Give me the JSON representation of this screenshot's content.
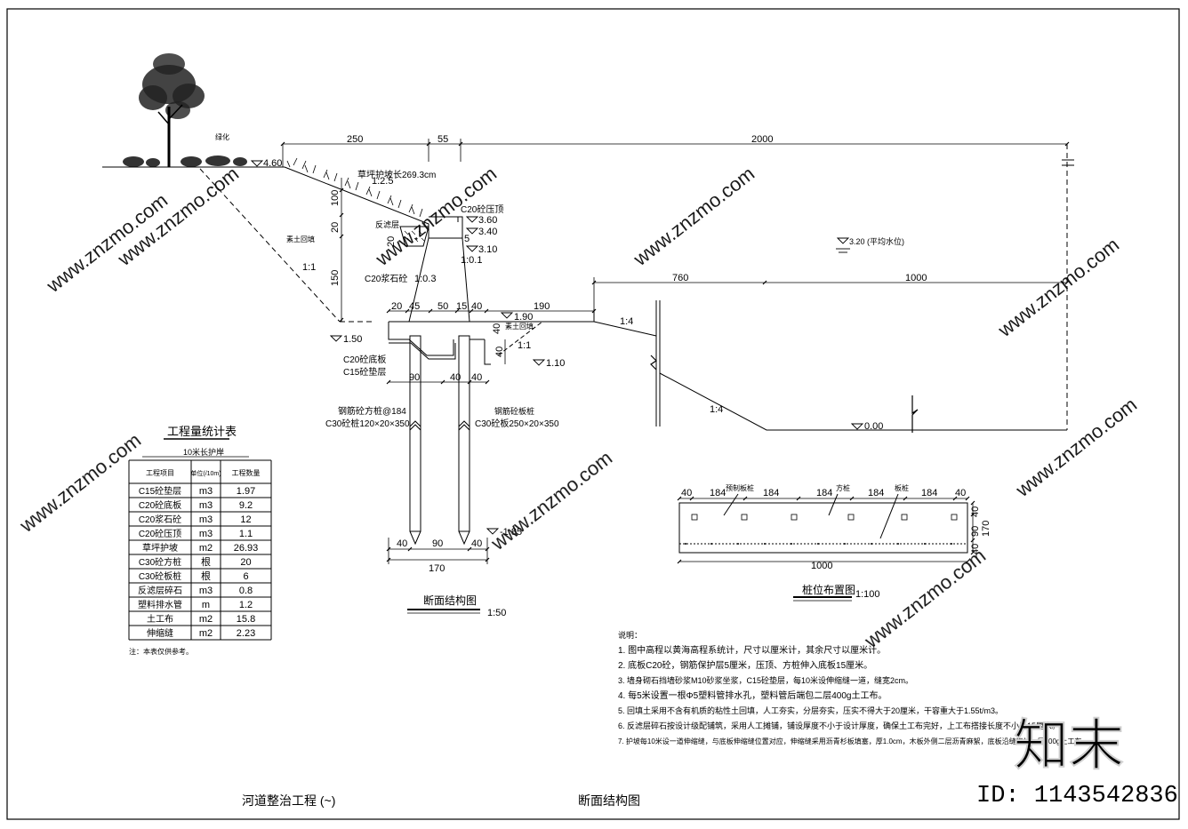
{
  "drawing": {
    "project_title": "河道整治工程 (~)",
    "sheet_title": "断面结构图"
  },
  "section": {
    "title": "断面结构图",
    "scale": "1:50",
    "top_dims": [
      "250",
      "55",
      "2000"
    ],
    "mid_dims": [
      "760",
      "1000"
    ],
    "small_dims": [
      "20",
      "45",
      "50",
      "15",
      "40",
      "190"
    ],
    "bottom_dims": [
      "90",
      "40",
      "40"
    ],
    "pile_dims": [
      "40",
      "90",
      "40",
      "170"
    ],
    "vert_dims": [
      "100",
      "20",
      "150",
      "20",
      "40",
      "40"
    ],
    "elev_4_60": "4.60",
    "elev_3_60": "3.60",
    "elev_3_40": "3.40",
    "elev_3_10": "3.10",
    "elev_3_20": "3.20 (平均水位)",
    "elev_1_90": "1.90",
    "elev_1_50": "1.50",
    "elev_1_10": "1.10",
    "elev_0_00": "0.00",
    "elev_m1_85": "-1.85",
    "slope_1_25": "1:2.5",
    "slope_1_1_a": "1:1",
    "slope_1_1_b": "1:1",
    "slope_1_03": "1:0.3",
    "slope_1_01": "1:0.1",
    "slope_1_4_a": "1:4",
    "slope_1_4_b": "1:4",
    "dim_5": "5",
    "lbl_turf": "草坪护坡长269.3cm",
    "lbl_c20_cap": "C20砼压顶",
    "lbl_filter": "反滤层",
    "lbl_c20_block": "C20浆石砼",
    "lbl_c20_base": "C20砼底板",
    "lbl_c15_cushion": "C15砼垫层",
    "lbl_backfill": "素土回填",
    "lbl_backfill2": "素土回填",
    "lbl_pile_a1": "钢筋砼方桩@184",
    "lbl_pile_a2": "C30砼桩120×20×350",
    "lbl_pile_b1": "钢筋砼板桩",
    "lbl_pile_b2": "C30砼板250×20×350",
    "lbl_tree": "绿化"
  },
  "pile_plan": {
    "title": "桩位布置图",
    "scale": "1:100",
    "top_dims": [
      "40",
      "184",
      "184",
      "184",
      "184",
      "184",
      "40"
    ],
    "right_dims": [
      "40",
      "90",
      "40"
    ],
    "width_total": "1000",
    "height_total": "170",
    "lbl_a": "预制板桩",
    "lbl_b": "方桩",
    "lbl_c": "板桩"
  },
  "quantity_table": {
    "title": "工程量统计表",
    "subtitle": "10米长护岸",
    "headers": [
      "工程项目",
      "单位(/10m)",
      "工程数量"
    ],
    "rows": [
      [
        "C15砼垫层",
        "m3",
        "1.97"
      ],
      [
        "C20砼底板",
        "m3",
        "9.2"
      ],
      [
        "C20浆石砼",
        "m3",
        "12"
      ],
      [
        "C20砼压顶",
        "m3",
        "1.1"
      ],
      [
        "草坪护坡",
        "m2",
        "26.93"
      ],
      [
        "C30砼方桩",
        "根",
        "20"
      ],
      [
        "C30砼板桩",
        "根",
        "6"
      ],
      [
        "反滤层碎石",
        "m3",
        "0.8"
      ],
      [
        "塑料排水管",
        "m",
        "1.2"
      ],
      [
        "土工布",
        "m2",
        "15.8"
      ],
      [
        "伸缩缝",
        "m2",
        "2.23"
      ]
    ],
    "note": "注：本表仅供参考。"
  },
  "notes": {
    "title": "说明：",
    "items": [
      "1. 图中高程以黄海高程系统计，尺寸以厘米计，其余尺寸以厘米计。",
      "2. 底板C20砼，钢筋保护层5厘米，压顶、方桩伸入底板15厘米。",
      "3. 墙身砌石挡墙砂浆M10砂浆坐浆，C15砼垫层，每10米设伸缩缝一道，缝宽2cm。",
      "4. 每5米设置一根Φ5塑料管排水孔，塑料管后端包二层400g土工布。",
      "5. 回填土采用不含有机质的粘性土回填，人工夯实，分层夯实，压实不得大于20厘米，干容重大于1.55t/m3。",
      "6. 反滤层碎石按设计级配铺筑，采用人工摊铺，铺设厚度不小于设计厚度，确保土工布完好，上工布搭接长度不小于15厘米。",
      "7. 护坡每10米设一道伸缩缝，与底板伸缩缝位置对应，伸缩缝采用沥青杉板填塞，厚1.0cm，木板外侧二层沥青麻絮，底板沿缝下加一层400g土工布。"
    ]
  },
  "watermark": {
    "brand_cn": "知末",
    "id_text": "ID: 1143542836",
    "site_text": "www.znzmo.com"
  }
}
